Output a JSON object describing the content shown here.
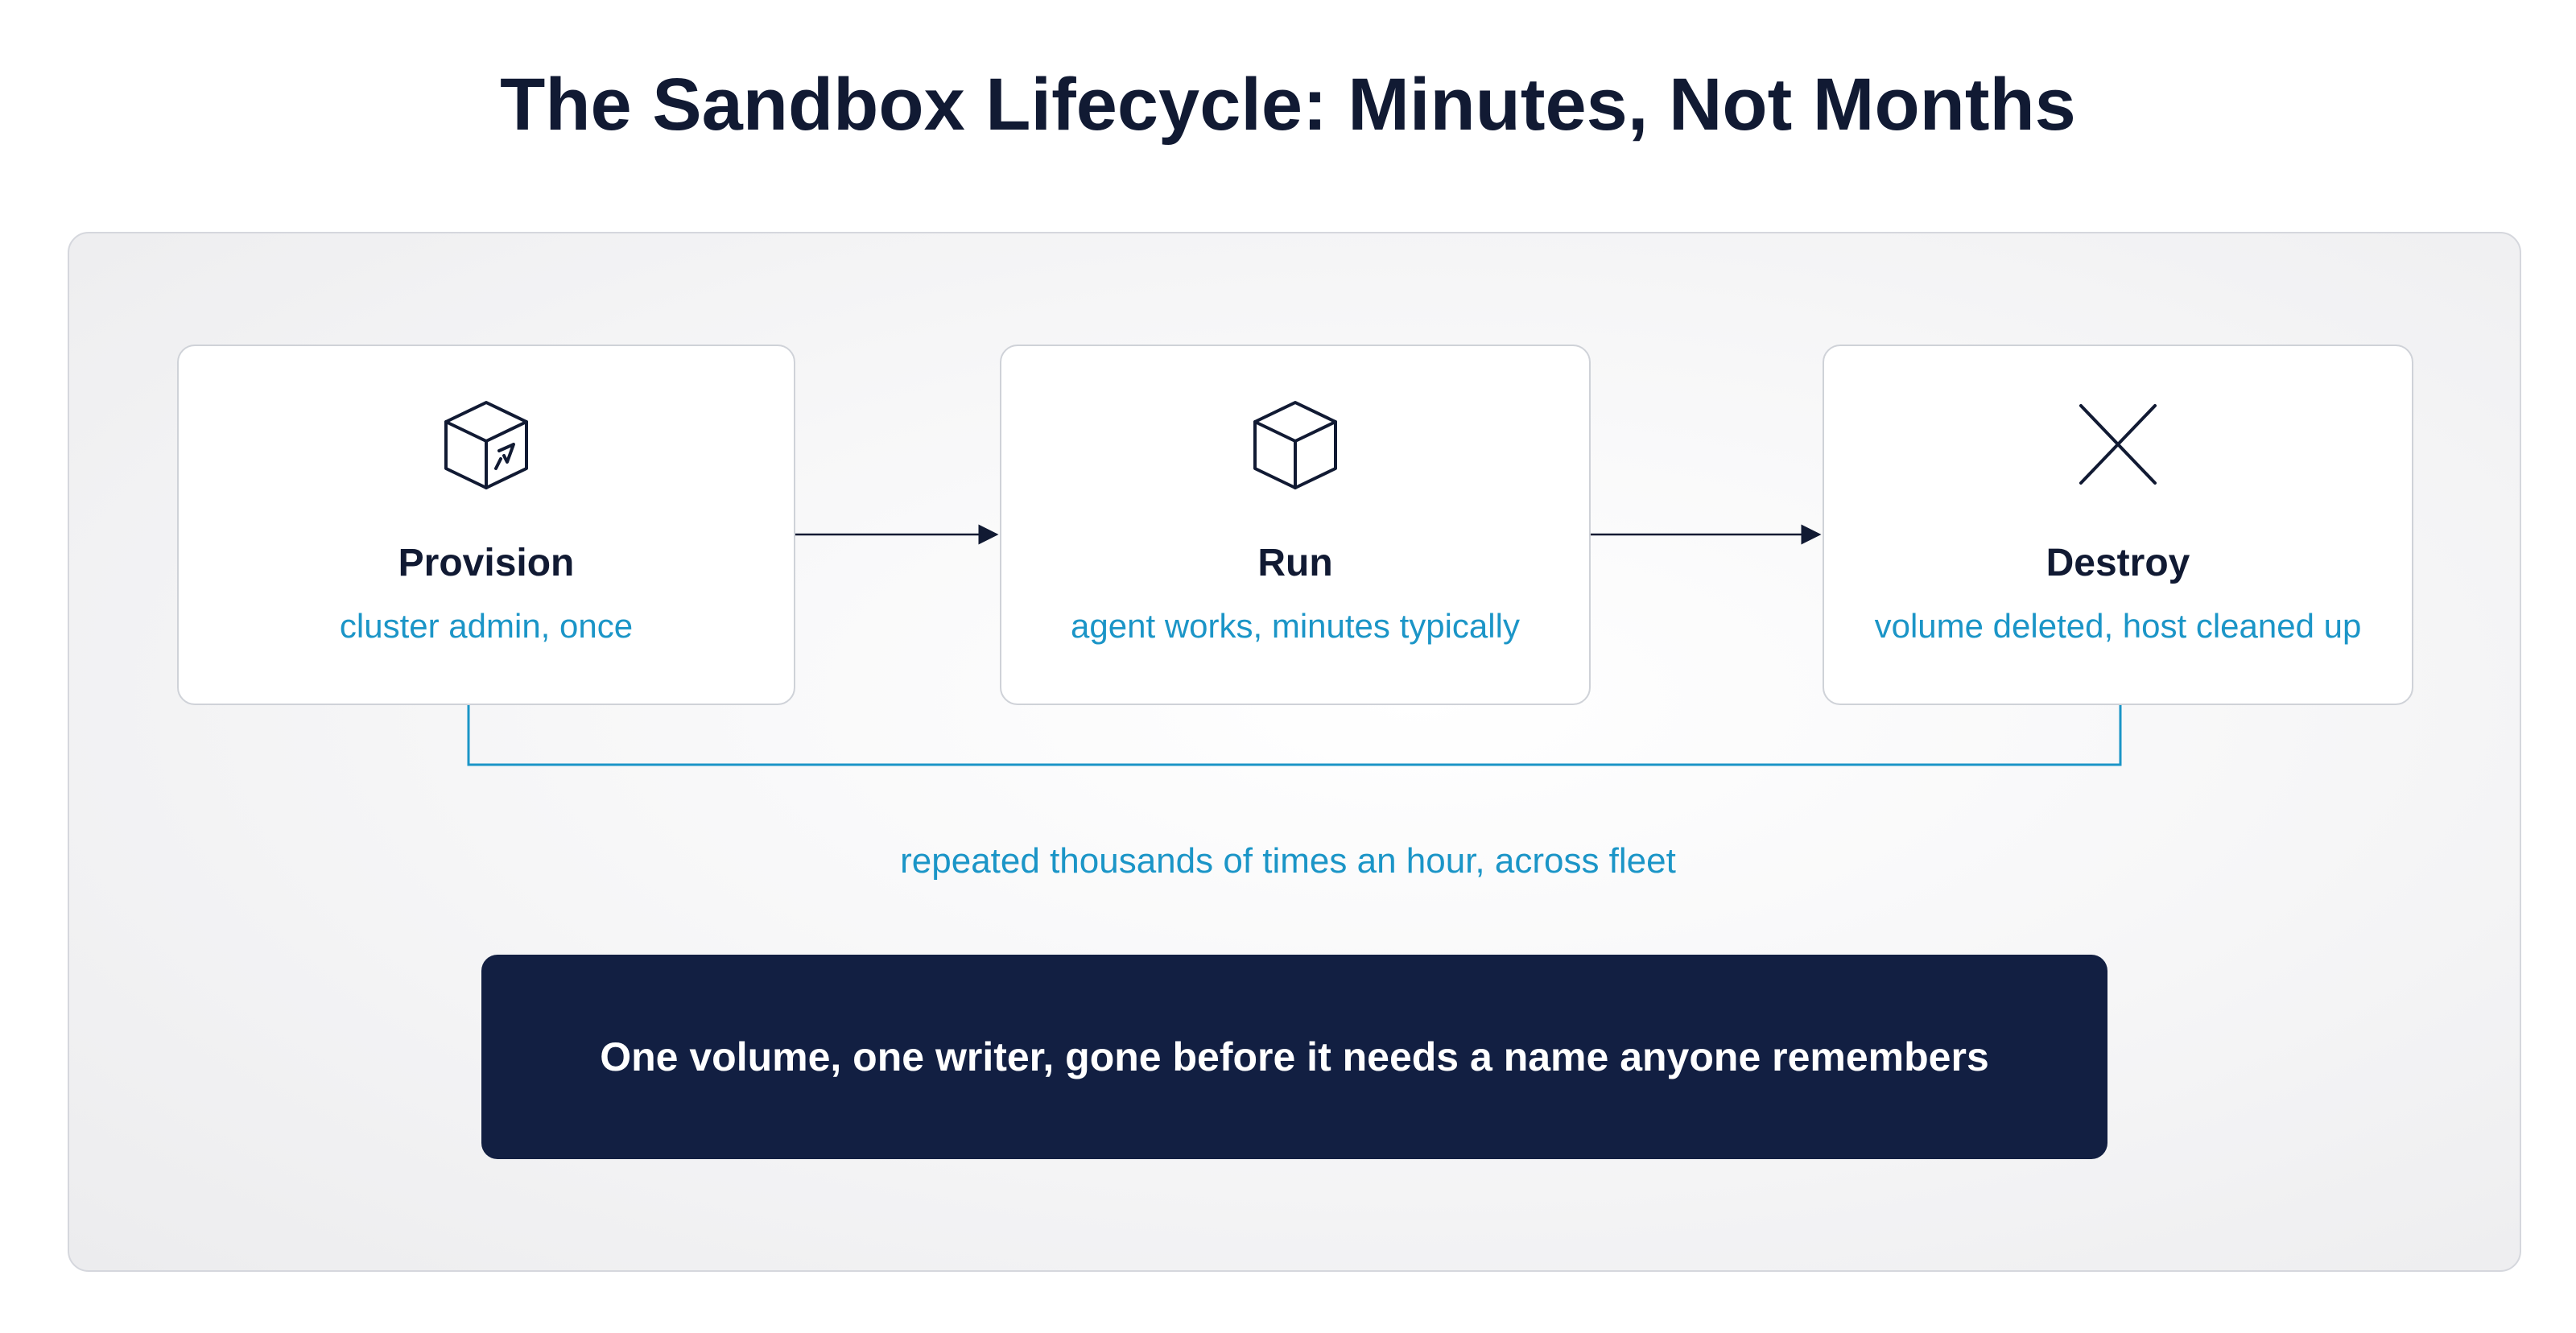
{
  "title": "The Sandbox Lifecycle: Minutes, Not Months",
  "stages": [
    {
      "label": "Provision",
      "description": "cluster admin, once",
      "icon": "cube-with-arrow-icon"
    },
    {
      "label": "Run",
      "description": "agent works, minutes typically",
      "icon": "cube-icon"
    },
    {
      "label": "Destroy",
      "description": "volume deleted, host cleaned up",
      "icon": "x-icon"
    }
  ],
  "loop_caption": "repeated thousands of times an hour, across fleet",
  "banner": "One volume, one writer, gone before it needs a name anyone remembers",
  "colors": {
    "title": "#111a33",
    "accent": "#1b95c7",
    "banner_bg": "#121f42",
    "arrow": "#111a33"
  }
}
